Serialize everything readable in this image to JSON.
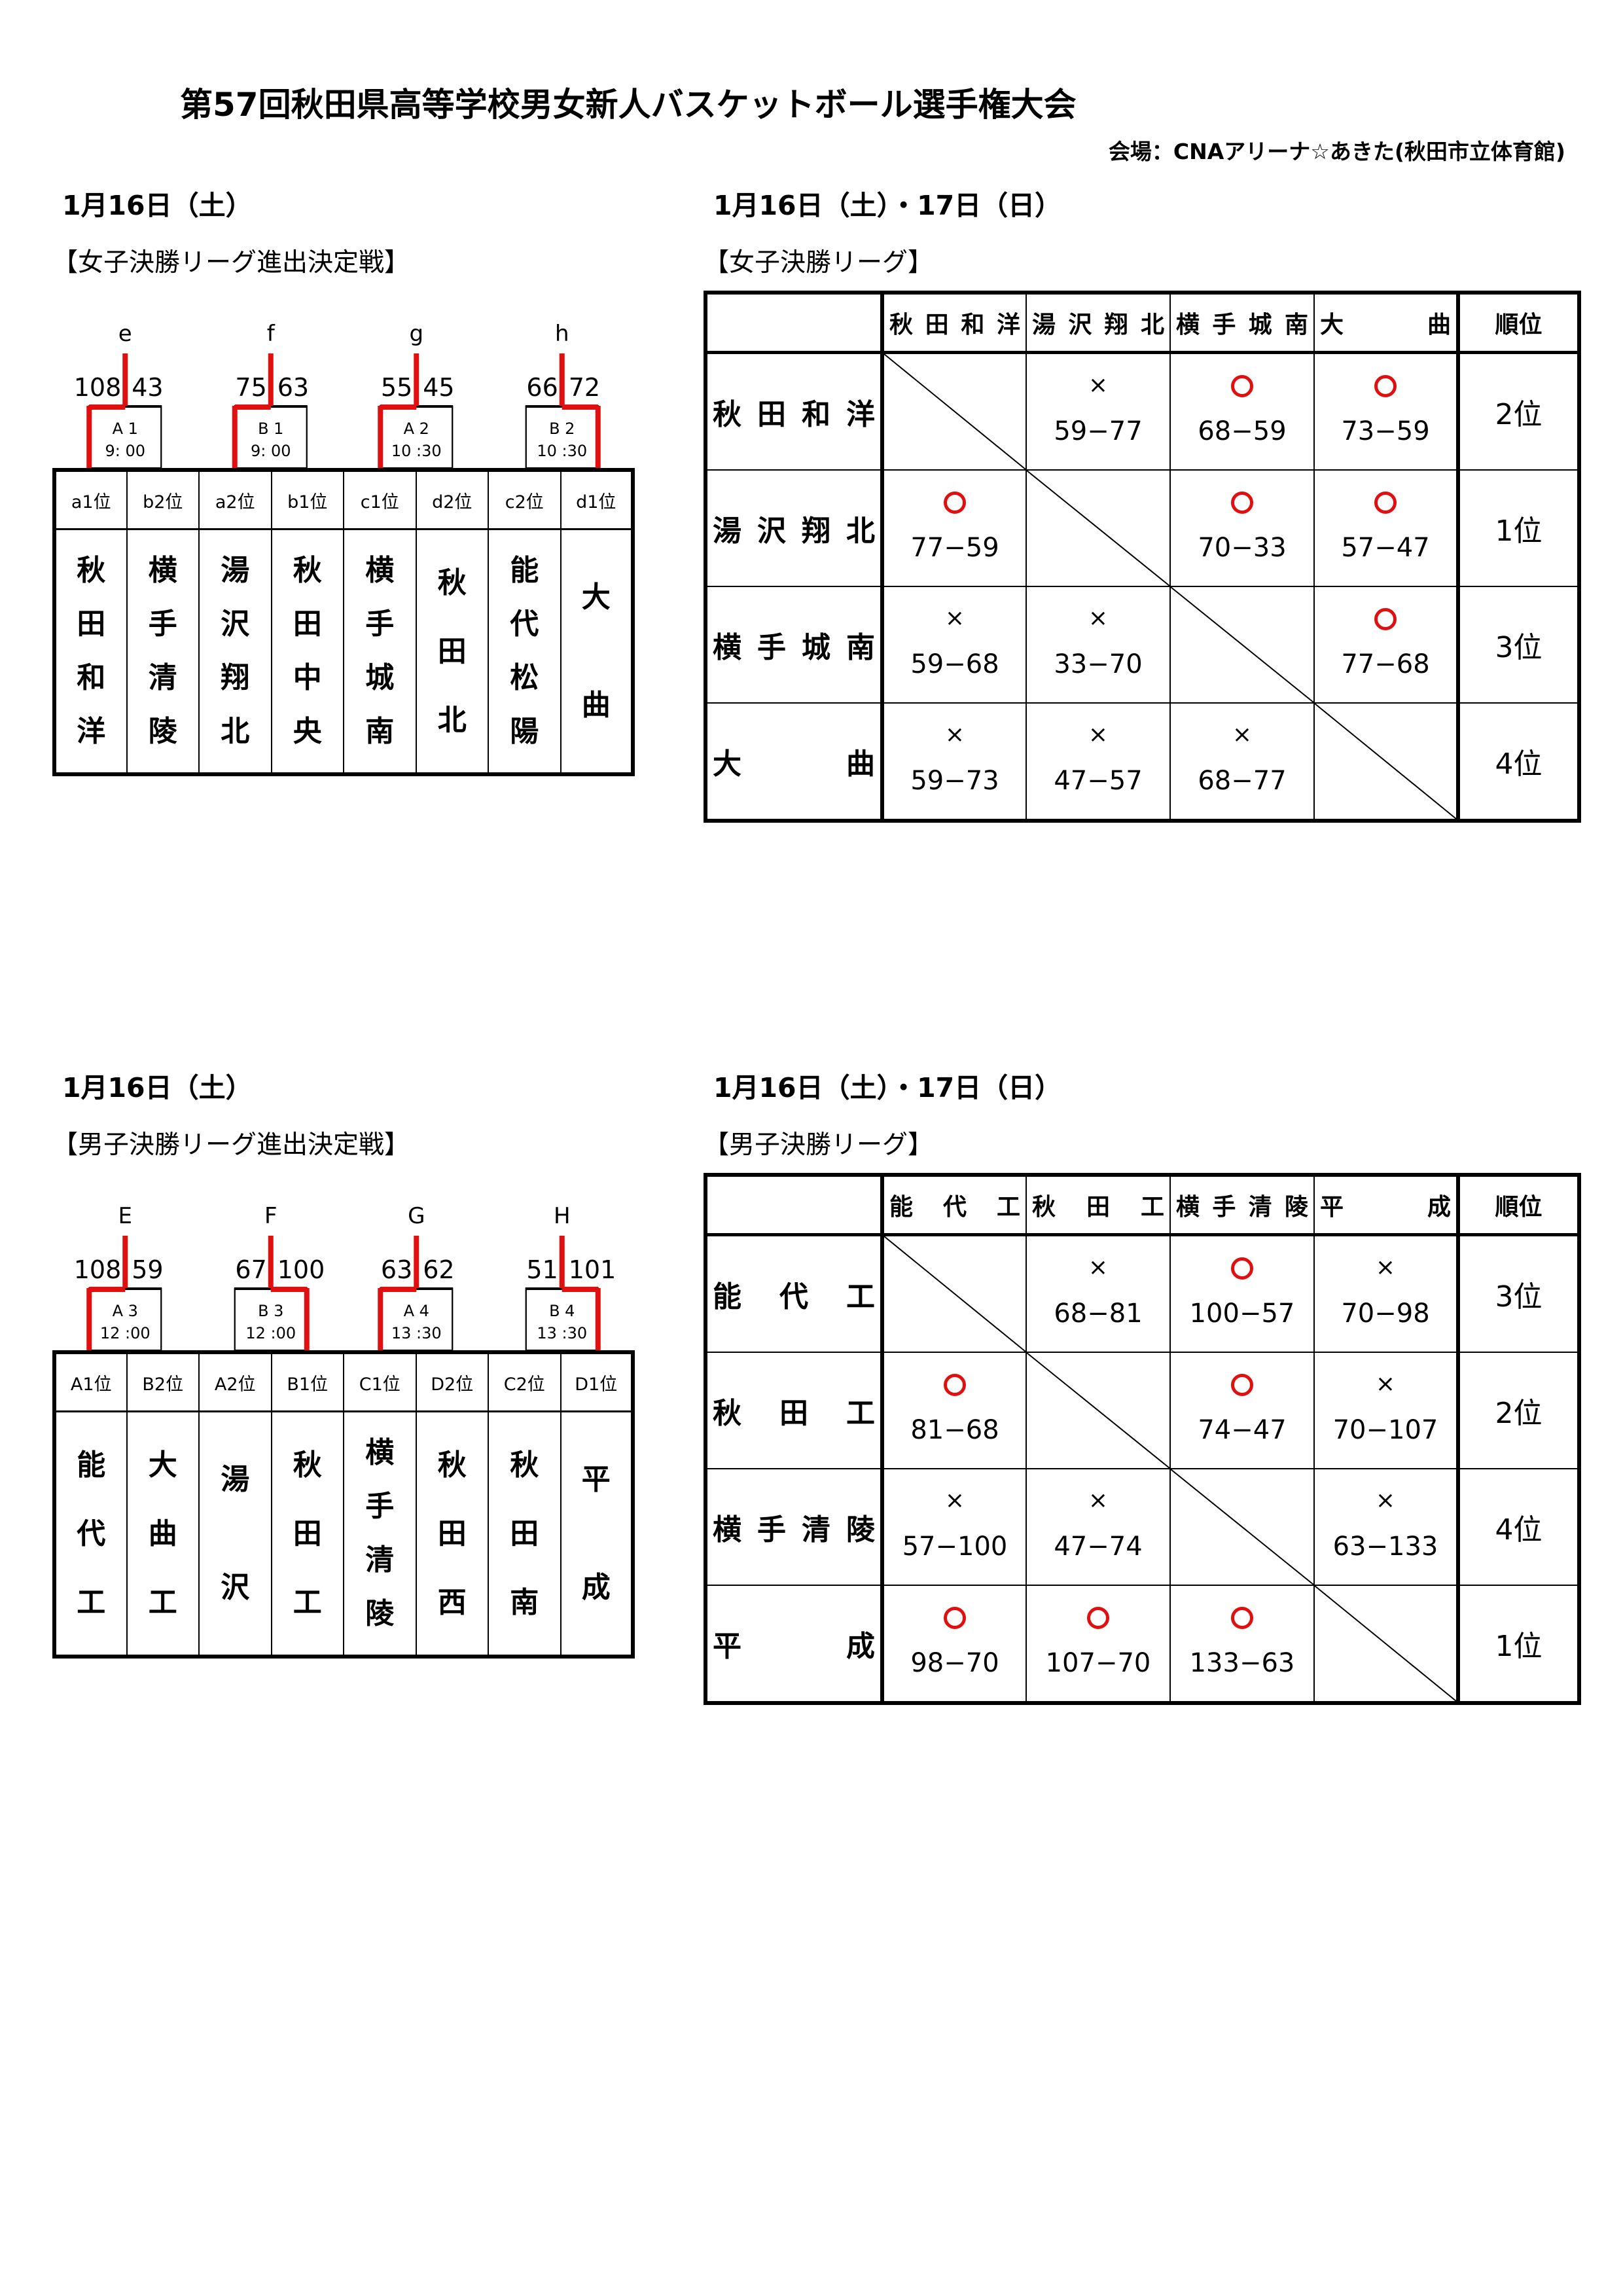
{
  "title": "第57回秋田県高等学校男女新人バスケットボール選手権大会",
  "venue": "会場：CNAアリーナ☆あきた(秋田市立体育館)",
  "women": {
    "bracket_date": "1月16日（土）",
    "bracket_title": "【女子決勝リーグ進出決定戦】",
    "league_date": "1月16日（土）・17日（日）",
    "league_title": "【女子決勝リーグ】",
    "games": [
      {
        "label": "e",
        "score_left": "108",
        "score_right": "43",
        "court": "A 1",
        "time": "9: 00",
        "winner": "left"
      },
      {
        "label": "f",
        "score_left": "75",
        "score_right": "63",
        "court": "B 1",
        "time": "9: 00",
        "winner": "left"
      },
      {
        "label": "g",
        "score_left": "55",
        "score_right": "45",
        "court": "A 2",
        "time": "10 :30",
        "winner": "left"
      },
      {
        "label": "h",
        "score_left": "66",
        "score_right": "72",
        "court": "B 2",
        "time": "10 :30",
        "winner": "right"
      }
    ],
    "teams": [
      {
        "pos": "a1位",
        "name": [
          "秋",
          "田",
          "和",
          "洋"
        ]
      },
      {
        "pos": "b2位",
        "name": [
          "横",
          "手",
          "清",
          "陵"
        ]
      },
      {
        "pos": "a2位",
        "name": [
          "湯",
          "沢",
          "翔",
          "北"
        ]
      },
      {
        "pos": "b1位",
        "name": [
          "秋",
          "田",
          "中",
          "央"
        ]
      },
      {
        "pos": "c1位",
        "name": [
          "横",
          "手",
          "城",
          "南"
        ]
      },
      {
        "pos": "d2位",
        "name": [
          "秋",
          "田",
          "北"
        ]
      },
      {
        "pos": "c2位",
        "name": [
          "能",
          "代",
          "松",
          "陽"
        ]
      },
      {
        "pos": "d1位",
        "name": [
          "大",
          "曲"
        ]
      }
    ],
    "league": {
      "columns": [
        "秋田和洋",
        "湯沢翔北",
        "横手城南",
        "大　曲"
      ],
      "rank_header": "順位",
      "rows": [
        {
          "name": "秋田和洋",
          "rank": "2位",
          "cells": [
            null,
            {
              "mark": "×",
              "score": "59−77"
            },
            {
              "mark": "○",
              "score": "68−59"
            },
            {
              "mark": "○",
              "score": "73−59"
            }
          ]
        },
        {
          "name": "湯沢翔北",
          "rank": "1位",
          "cells": [
            {
              "mark": "○",
              "score": "77−59"
            },
            null,
            {
              "mark": "○",
              "score": "70−33"
            },
            {
              "mark": "○",
              "score": "57−47"
            }
          ]
        },
        {
          "name": "横手城南",
          "rank": "3位",
          "cells": [
            {
              "mark": "×",
              "score": "59−68"
            },
            {
              "mark": "×",
              "score": "33−70"
            },
            null,
            {
              "mark": "○",
              "score": "77−68"
            }
          ]
        },
        {
          "name": "大　曲",
          "rank": "4位",
          "cells": [
            {
              "mark": "×",
              "score": "59−73"
            },
            {
              "mark": "×",
              "score": "47−57"
            },
            {
              "mark": "×",
              "score": "68−77"
            },
            null
          ]
        }
      ]
    }
  },
  "men": {
    "bracket_date": "1月16日（土）",
    "bracket_title": "【男子決勝リーグ進出決定戦】",
    "league_date": "1月16日（土）・17日（日）",
    "league_title": "【男子決勝リーグ】",
    "games": [
      {
        "label": "E",
        "score_left": "108",
        "score_right": "59",
        "court": "A 3",
        "time": "12 :00",
        "winner": "left"
      },
      {
        "label": "F",
        "score_left": "67",
        "score_right": "100",
        "court": "B 3",
        "time": "12 :00",
        "winner": "right"
      },
      {
        "label": "G",
        "score_left": "63",
        "score_right": "62",
        "court": "A 4",
        "time": "13 :30",
        "winner": "left"
      },
      {
        "label": "H",
        "score_left": "51",
        "score_right": "101",
        "court": "B 4",
        "time": "13 :30",
        "winner": "right"
      }
    ],
    "teams": [
      {
        "pos": "A1位",
        "name": [
          "能",
          "代",
          "工"
        ]
      },
      {
        "pos": "B2位",
        "name": [
          "大",
          "曲",
          "工"
        ]
      },
      {
        "pos": "A2位",
        "name": [
          "湯",
          "沢"
        ]
      },
      {
        "pos": "B1位",
        "name": [
          "秋",
          "田",
          "工"
        ]
      },
      {
        "pos": "C1位",
        "name": [
          "横",
          "手",
          "清",
          "陵"
        ]
      },
      {
        "pos": "D2位",
        "name": [
          "秋",
          "田",
          "西"
        ]
      },
      {
        "pos": "C2位",
        "name": [
          "秋",
          "田",
          "南"
        ]
      },
      {
        "pos": "D1位",
        "name": [
          "平",
          "成"
        ]
      }
    ],
    "league": {
      "columns": [
        "能　代　工",
        "秋　田　工",
        "横手清陵",
        "平　成"
      ],
      "rank_header": "順位",
      "rows": [
        {
          "name": "能　代　工",
          "rank": "3位",
          "cells": [
            null,
            {
              "mark": "×",
              "score": "68−81"
            },
            {
              "mark": "○",
              "score": "100−57"
            },
            {
              "mark": "×",
              "score": "70−98"
            }
          ]
        },
        {
          "name": "秋　田　工",
          "rank": "2位",
          "cells": [
            {
              "mark": "○",
              "score": "81−68"
            },
            null,
            {
              "mark": "○",
              "score": "74−47"
            },
            {
              "mark": "×",
              "score": "70−107"
            }
          ]
        },
        {
          "name": "横手清陵",
          "rank": "4位",
          "cells": [
            {
              "mark": "×",
              "score": "57−100"
            },
            {
              "mark": "×",
              "score": "47−74"
            },
            null,
            {
              "mark": "×",
              "score": "63−133"
            }
          ]
        },
        {
          "name": "平　成",
          "rank": "1位",
          "cells": [
            {
              "mark": "○",
              "score": "98−70"
            },
            {
              "mark": "○",
              "score": "107−70"
            },
            {
              "mark": "○",
              "score": "133−63"
            },
            null
          ]
        }
      ]
    }
  },
  "colors": {
    "winner_line": "#e01010",
    "circle": "#e01010",
    "text": "#000000"
  }
}
